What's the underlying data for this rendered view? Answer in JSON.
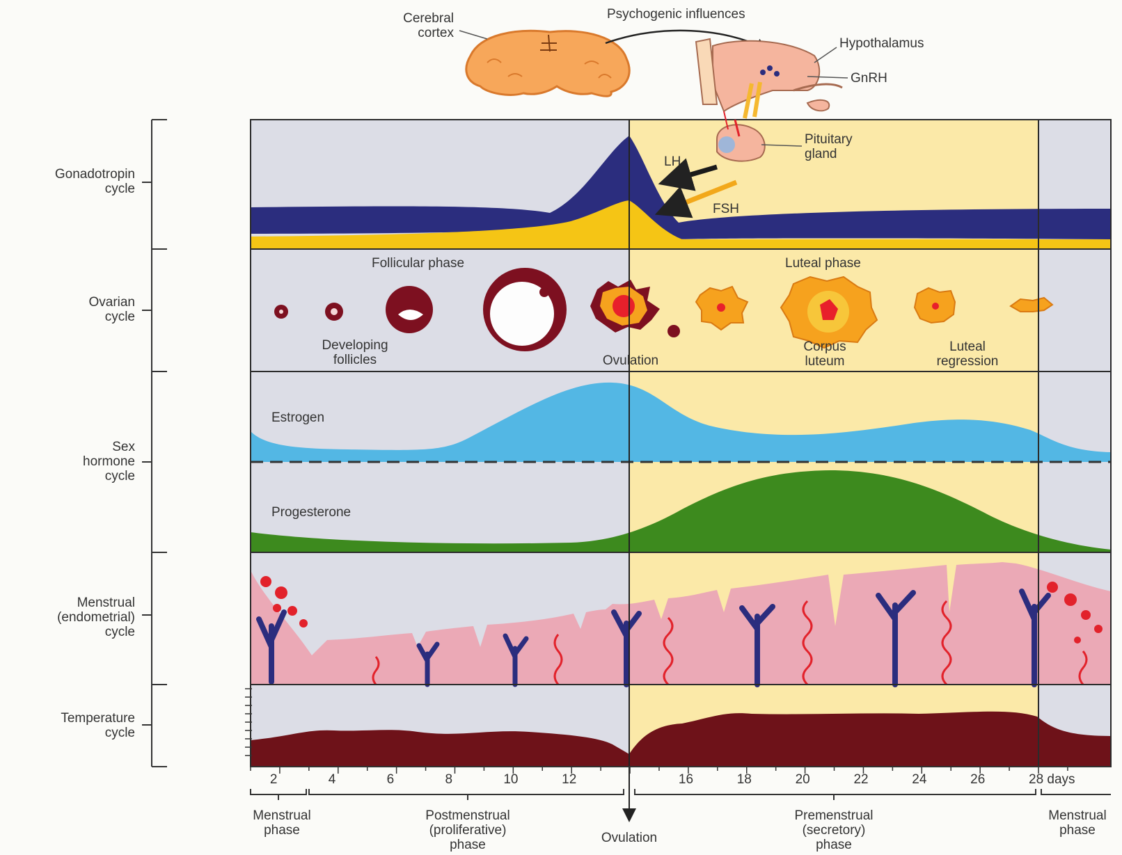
{
  "top": {
    "cerebral_cortex": [
      "Cerebral",
      "cortex"
    ],
    "psychogenic": "Psychogenic influences",
    "hypothalamus": "Hypothalamus",
    "gnrh": "GnRH",
    "pituitary": [
      "Pituitary",
      "gland"
    ],
    "lh": "LH",
    "fsh": "FSH"
  },
  "rows": {
    "gonadotropin": [
      "Gonadotropin",
      "cycle"
    ],
    "ovarian": [
      "Ovarian",
      "cycle"
    ],
    "sex_hormone": [
      "Sex",
      "hormone",
      "cycle"
    ],
    "menstrual": [
      "Menstrual",
      "(endometrial)",
      "cycle"
    ],
    "temperature": [
      "Temperature",
      "cycle"
    ]
  },
  "ovarian_labels": {
    "follicular_phase": "Follicular phase",
    "luteal_phase": "Luteal phase",
    "developing_follicles": [
      "Developing",
      "follicles"
    ],
    "ovulation": "Ovulation",
    "corpus_luteum": [
      "Corpus",
      "luteum"
    ],
    "luteal_regression": [
      "Luteal",
      "regression"
    ]
  },
  "hormones": {
    "estrogen": "Estrogen",
    "progesterone": "Progesterone"
  },
  "days_axis": {
    "ticks": [
      "2",
      "4",
      "6",
      "8",
      "10",
      "12",
      "16",
      "18",
      "20",
      "22",
      "24",
      "26",
      "28 days"
    ]
  },
  "phases": {
    "menstrual_start": [
      "Menstrual",
      "phase"
    ],
    "postmenstrual": [
      "Postmenstrual",
      "(proliferative)",
      "phase"
    ],
    "ovulation": "Ovulation",
    "premenstrual": [
      "Premenstrual",
      "(secretory)",
      "phase"
    ],
    "menstrual_end": [
      "Menstrual",
      "phase"
    ]
  },
  "colors": {
    "lh": "#2b2d7e",
    "fsh": "#f5c515",
    "estrogen": "#53b7e4",
    "progesterone": "#3d8a1e",
    "endometrium": "#eba9b6",
    "temperature": "#6e1219",
    "luteal_bg": "#fbe9a8",
    "follicular_bg": "#dcdde6"
  }
}
